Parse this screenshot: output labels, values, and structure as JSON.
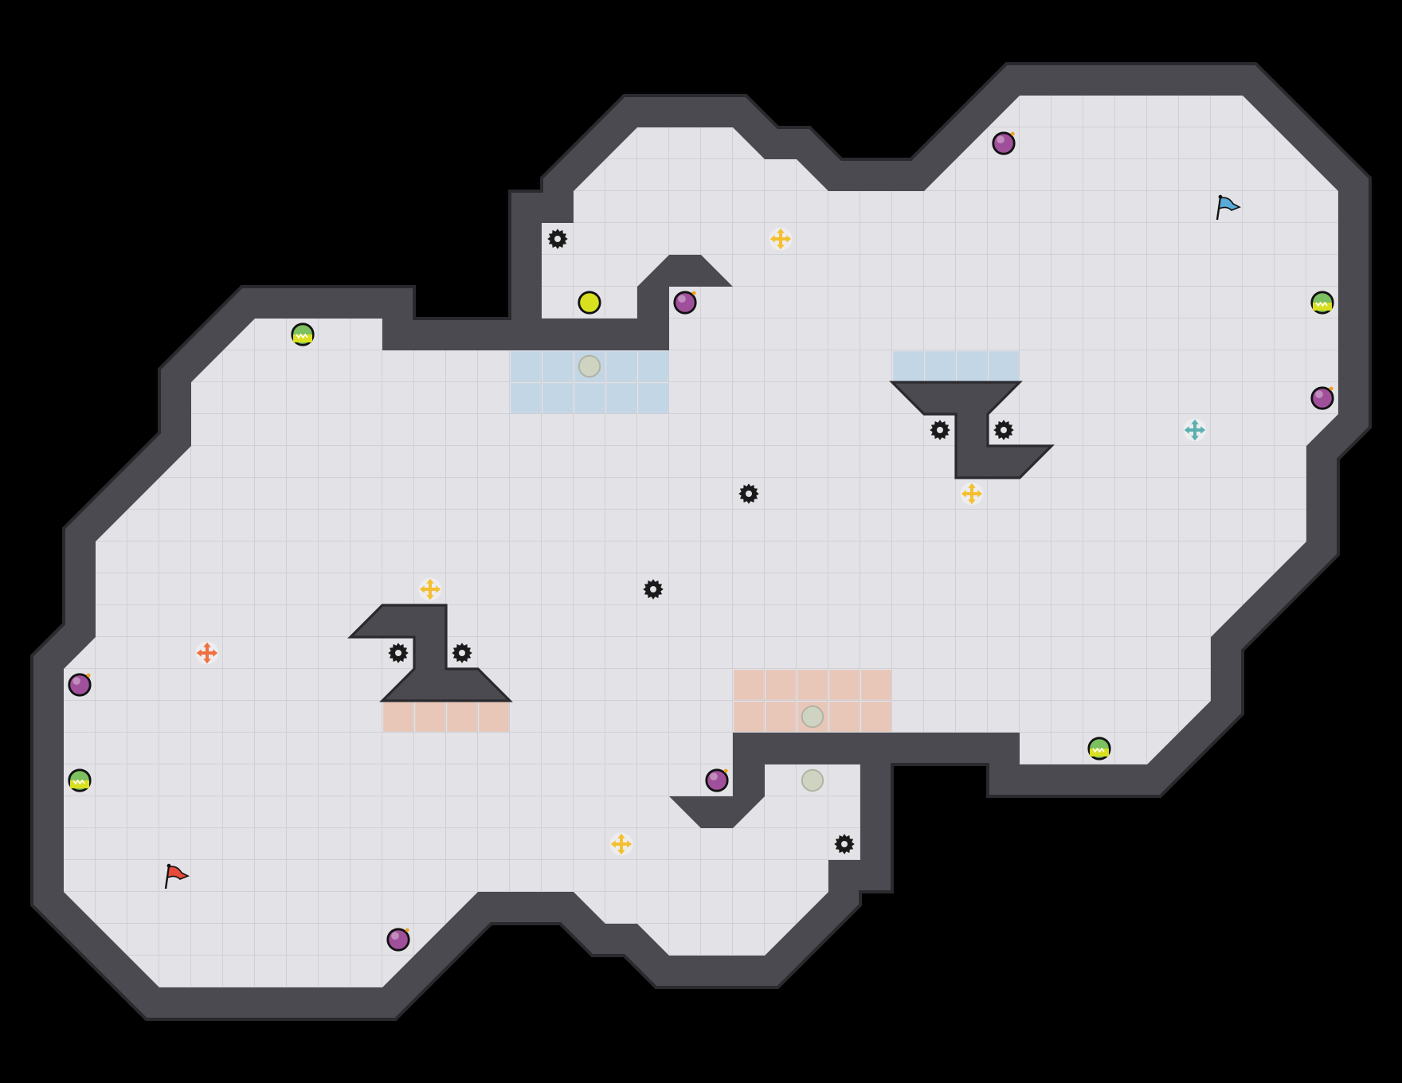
{
  "game": {
    "colors": {
      "background": "#000000",
      "floor": "#e3e3e7",
      "grid_line": "#cfcfd5",
      "wall": "#4a4a50",
      "wall_edge": "#2a2a2e",
      "red_zone": "#e8c6b8",
      "blue_zone": "#c2d6e6",
      "red_team": "#e84a3a",
      "blue_team": "#5aaad8",
      "bomb": "#a0509a",
      "gear": "#1a1a1a",
      "boost_yellow": "#f5c030",
      "boost_red": "#f07040",
      "boost_blue": "#5ab0b0",
      "powerup_green": "#7cc060",
      "ball_yellow": "#d8e020",
      "neutral_spot": "#cfd3c2"
    },
    "entities": {
      "flag_count": 2,
      "bomb_count": 6,
      "spike_count": 8,
      "boost_count": 6,
      "powerup_count": 4,
      "ball_count": 1,
      "neutral_spot_count": 3
    }
  }
}
